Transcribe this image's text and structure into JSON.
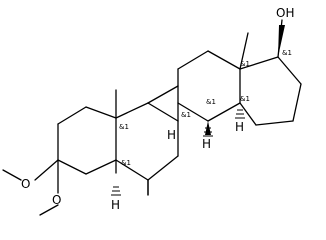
{
  "molecule": {
    "atom_labels": {
      "oh": "OH",
      "o_upper": "O",
      "o_lower": "O",
      "h_c9": "H",
      "h_c8": "H",
      "h_c14": "H",
      "h_c5": "H"
    },
    "stereo_labels": {
      "c17": "&1",
      "c13": "&1",
      "c9": "&1",
      "c8": "&1",
      "c14": "&1",
      "c10": "&1",
      "c5": "&1"
    }
  }
}
